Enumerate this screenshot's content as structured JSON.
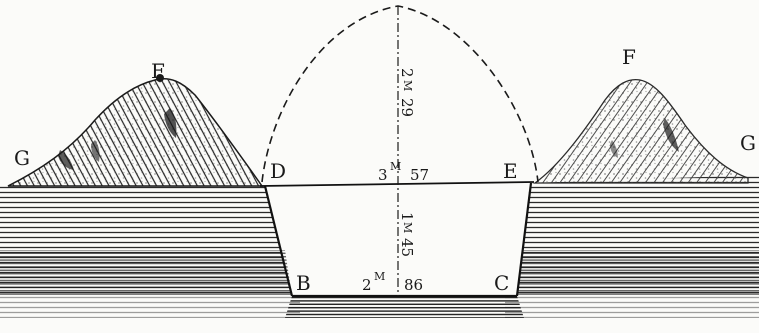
{
  "labels": {
    "F_left": "F",
    "F_right": "F",
    "G_left": "G",
    "G_right": "G",
    "D": "D",
    "E": "E",
    "B": "B",
    "C": "C"
  },
  "dimensions": {
    "top_width_num": "3",
    "top_width_unit": "M",
    "top_width_dec": "57",
    "depth_num": "1",
    "depth_unit": "M",
    "depth_dec": "45",
    "bottom_width_num": "2",
    "bottom_width_unit": "M",
    "bottom_width_dec": "86",
    "arch_height_num": "2",
    "arch_height_unit": "M",
    "arch_height_dec": "29"
  }
}
